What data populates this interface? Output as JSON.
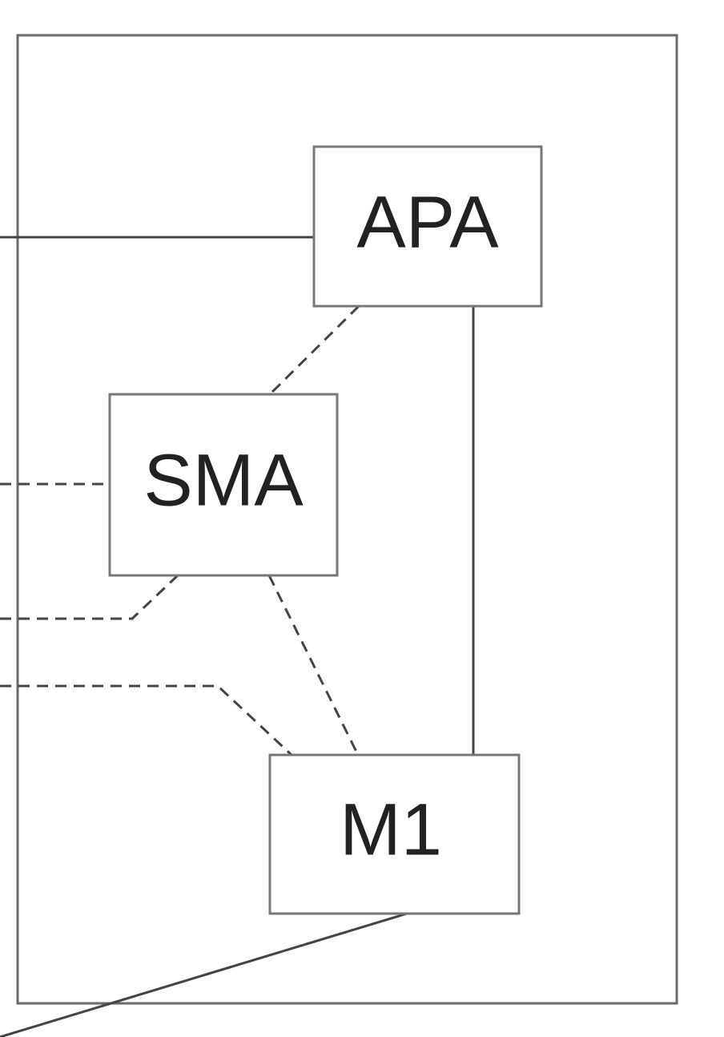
{
  "diagram": {
    "nodes": [
      {
        "id": "apa",
        "label": "APA"
      },
      {
        "id": "sma",
        "label": "SMA"
      },
      {
        "id": "m1",
        "label": "M1"
      }
    ],
    "connections": [
      {
        "from": "external",
        "to": "apa",
        "style": "solid"
      },
      {
        "from": "apa",
        "to": "sma",
        "style": "dashed"
      },
      {
        "from": "apa",
        "to": "m1",
        "style": "solid"
      },
      {
        "from": "external",
        "to": "sma",
        "style": "dashed"
      },
      {
        "from": "external",
        "to": "sma",
        "style": "dashed"
      },
      {
        "from": "sma",
        "to": "m1",
        "style": "dashed"
      },
      {
        "from": "external",
        "to": "m1",
        "style": "dashed"
      },
      {
        "from": "m1",
        "to": "external",
        "style": "solid"
      }
    ],
    "colors": {
      "stroke": "#555555",
      "text": "#222222",
      "background": "#ffffff"
    }
  }
}
